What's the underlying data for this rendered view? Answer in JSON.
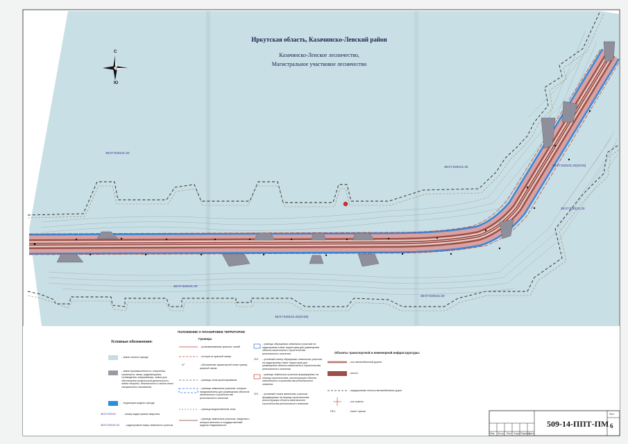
{
  "header": {
    "line1": "Иркутская область, Казачинско-Ленский район",
    "line2": "Казачинско-Ленское лесничество,",
    "line3": "Магистральное участковое лесничество"
  },
  "compass": {
    "north": "С",
    "south": "Ю"
  },
  "cadastral_labels": [
    "38:07:020101:20",
    "38:07:020101:20",
    "38:07:020101:20",
    "38:07:020101:20(ЗУ26)",
    "38:07:020101:20",
    "38:07:020101:20",
    "38:07:020101:20(ЗУ25)"
  ],
  "legend": {
    "title": "Условные обозначения:",
    "items": [
      {
        "swatch": "#c8dde3",
        "text": "- земли лесного фонда"
      },
      {
        "swatch": "#9a9aa6",
        "text": "- земли промышленности, энергетики, транспорта, связи, радиовещания, телевидения, информатики, земли для обеспечения космической деятельности, земли обороны, безопасности и земли иного специального назначения"
      },
      {
        "swatch": "#2a8fd8",
        "text": "- территории водного фонда"
      },
      {
        "code": "38:07:020101",
        "text": "- номер кадастрового квартала"
      },
      {
        "code": "38:07:020101:20",
        "text": "- кадастровый номер земельного участка"
      }
    ],
    "center_title": "ПОЛОЖЕНИЕ О ПЛАНИРОВКЕ ТЕРРИТОРИИ",
    "center_sub": "Границы",
    "center_items": [
      {
        "text": "- устанавливаемых красных линий",
        "color": "#c0392b"
      },
      {
        "text": "- отступа от красной линии",
        "color": "#c0392b"
      },
      {
        "text": "- обозначение характерной точки границ красной линии",
        "code": "н7"
      },
      {
        "text": "- границы зоны проектирования",
        "color": "#555555"
      },
      {
        "text": "- границы земельных участков, которые предназначены для размещения объектов капитального строительства регионального значения",
        "color": "#2a6fd8"
      },
      {
        "text": "- граница ведомственной зоны",
        "color": "#777777"
      },
      {
        "text": "- границы земельных участков, сведения о которых внесены в государственный кадастр недвижимости",
        "color": "#7a3b2a"
      }
    ],
    "right_items": [
      {
        "text": "- границы образуемых земельных участков на кадастровом плане территории для размещения объекта капитального строительства регионального значения"
      },
      {
        "text": "- условный номер образуемых земельных участков на кадастровом плане территории для размещения объекта капитального строительства регионального значения",
        "code": "ЗУ1"
      },
      {
        "text": "- границы земельных участков формируемых на период строительства, реконструкции объекта капитального строительства регионального значения"
      },
      {
        "text": "- условный номер земельных участков формируемых на период строительства, реконструкции объекта капитального строительства регионального значения",
        "code": "ЗУ1"
      }
    ],
    "infra_title": "Объекты транспортной и инженерной инфраструктуры:",
    "infra_items": [
      {
        "text": "- ось автомобильной дороги"
      },
      {
        "text": "- мосты"
      },
      {
        "text": "- придорожные полосы автомобильных дорог"
      },
      {
        "text": "- ось трассы"
      },
      {
        "text": "- пикет трассы",
        "code": "ПК 1"
      }
    ]
  },
  "stamp": {
    "code": "509-14-ППТ-ПМ",
    "sheet_label": "Лист",
    "sheet_number": "6",
    "columns": [
      "Изм.",
      "Кол.уч.",
      "Лист",
      "N док.",
      "Подпись",
      "Дата"
    ]
  }
}
